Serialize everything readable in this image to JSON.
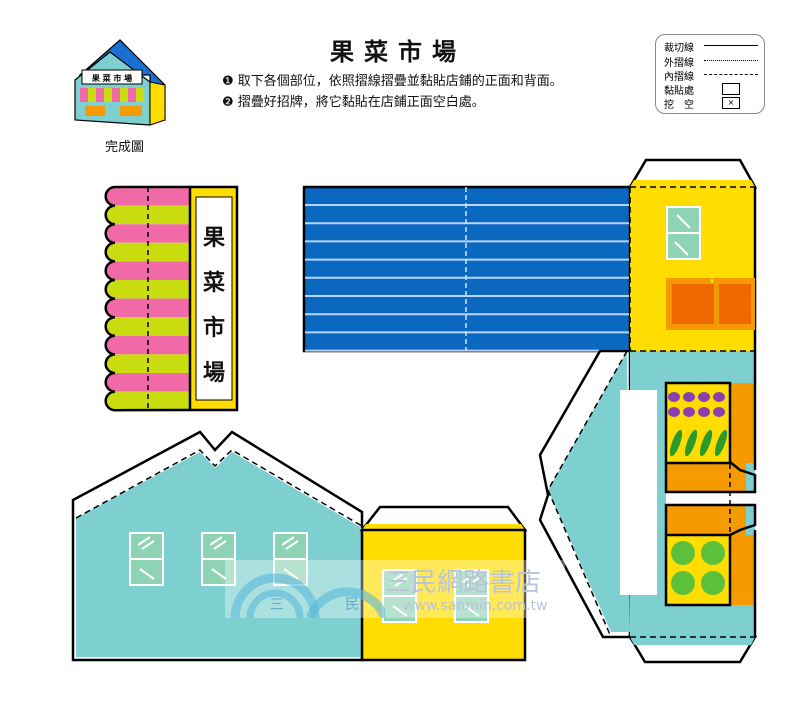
{
  "header": {
    "title": "果菜市場",
    "instructions": [
      "❶ 取下各個部位，依照摺線摺疊並黏貼店鋪的正面和背面。",
      "❷ 摺疊好招牌，將它黏貼在店鋪正面空白處。"
    ]
  },
  "legend": {
    "items": [
      {
        "label": "裁切線",
        "symbol": "solid-line"
      },
      {
        "label": "外摺線",
        "symbol": "dotted-line"
      },
      {
        "label": "內摺線",
        "symbol": "dash-dot-line"
      },
      {
        "label": "黏貼處",
        "symbol": "empty-box"
      },
      {
        "label": "挖　空",
        "symbol": "x-box",
        "mark": "×"
      }
    ]
  },
  "preview": {
    "caption": "完成圖",
    "sign_text": "果 菜 市 場"
  },
  "sign": {
    "chars": [
      "果",
      "菜",
      "市",
      "場"
    ]
  },
  "watermark": {
    "text": "三民網路書店",
    "url": "www.sanmin.com.tw",
    "logo_chars": [
      "三",
      "民"
    ]
  },
  "colors": {
    "roof": "#0a68bf",
    "teal": "#7ecfcf",
    "yellow": "#ffdd00",
    "orange": "#f59a00",
    "pink": "#f06aa8",
    "lime": "#c8dc10",
    "window": "#8fd3b5"
  }
}
